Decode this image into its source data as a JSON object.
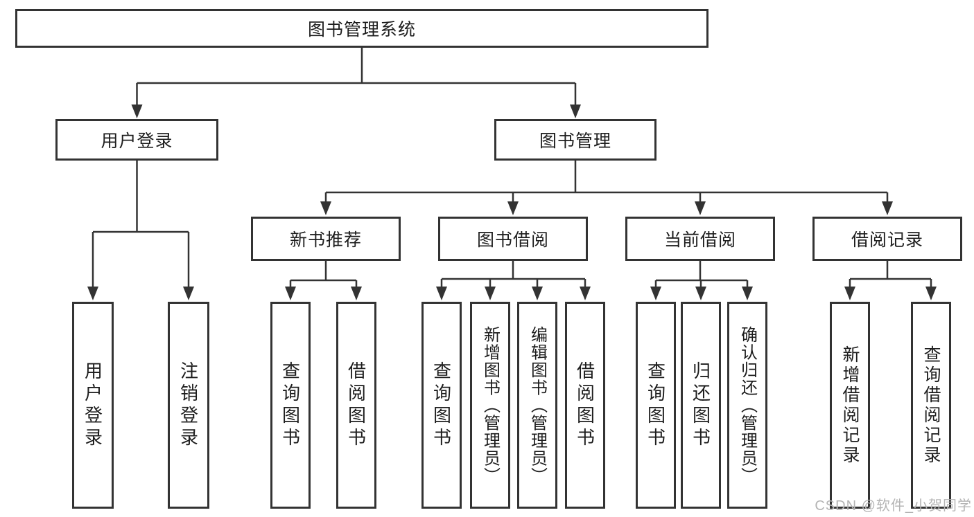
{
  "tree": {
    "label": "图书管理系统",
    "children": [
      {
        "label": "用户登录",
        "children": [
          {
            "label": "用户登录"
          },
          {
            "label": "注销登录"
          }
        ]
      },
      {
        "label": "图书管理",
        "children": [
          {
            "label": "新书推荐",
            "children": [
              {
                "label": "查询图书"
              },
              {
                "label": "借阅图书"
              }
            ]
          },
          {
            "label": "图书借阅",
            "children": [
              {
                "label": "查询图书"
              },
              {
                "label": "新增图书（管理员）"
              },
              {
                "label": "编辑图书（管理员）"
              },
              {
                "label": "借阅图书"
              }
            ]
          },
          {
            "label": "当前借阅",
            "children": [
              {
                "label": "查询图书"
              },
              {
                "label": "归还图书"
              },
              {
                "label": "确认归还（管理员）"
              }
            ]
          },
          {
            "label": "借阅记录",
            "children": [
              {
                "label": "新增借阅记录"
              },
              {
                "label": "查询借阅记录"
              }
            ]
          }
        ]
      }
    ]
  },
  "watermark": "CSDN @软件_小贺同学",
  "colors": {
    "line": "#333333",
    "border": "#333333",
    "text": "#1d1d1d",
    "background": "#ffffff",
    "watermark": "#b4b4b4"
  }
}
